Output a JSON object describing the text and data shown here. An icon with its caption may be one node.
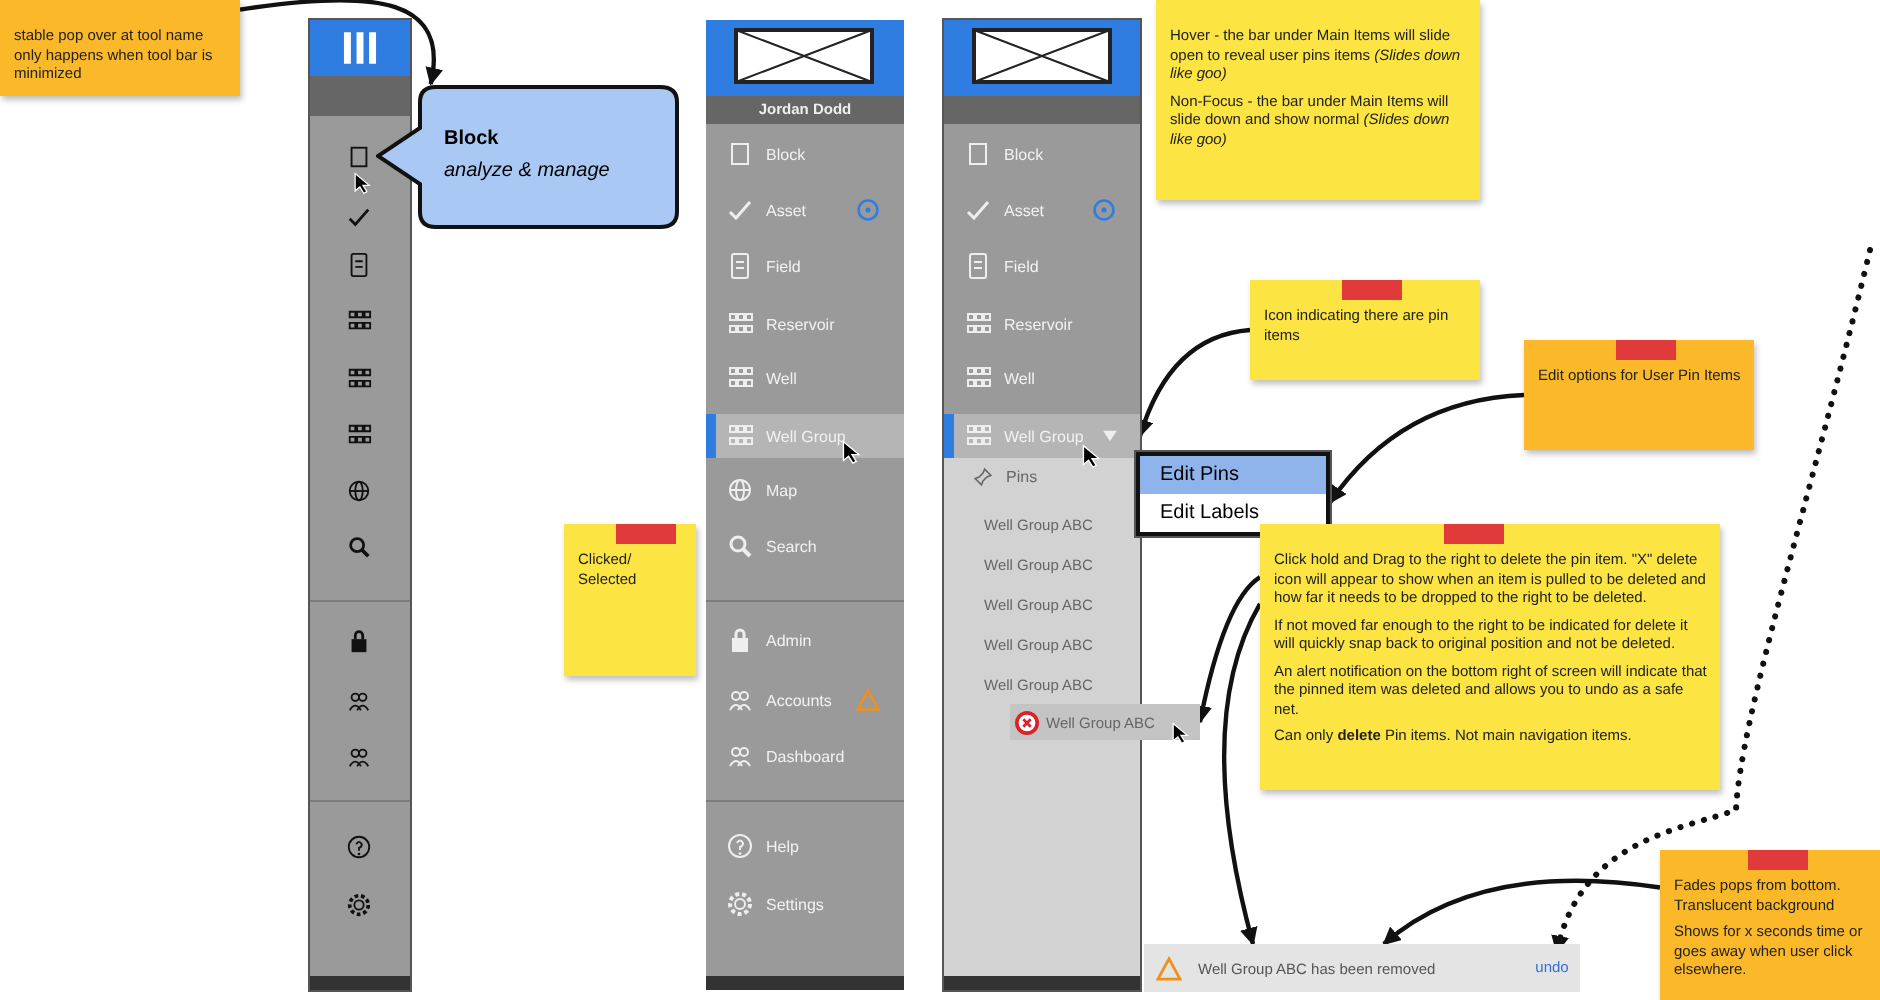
{
  "diagram": {
    "nodes": [
      {
        "text": [
          "stable pop over at tool name only happens when tool bar is minimized"
        ]
      },
      {
        "text": [],
        "shape": "box"
      },
      {
        "text": [
          "Block",
          "analyze & manage"
        ]
      },
      {
        "text": [
          "Jordan Dodd"
        ]
      },
      {
        "text": [
          "Block"
        ],
        "in": 3
      },
      {
        "text": [
          "Asset"
        ],
        "in": 3
      },
      {
        "text": [
          "Field"
        ],
        "in": 3
      },
      {
        "text": [
          "Reservoir"
        ],
        "in": 3
      },
      {
        "text": [
          "Well"
        ],
        "in": 3
      },
      {
        "text": [
          "Well Group"
        ],
        "in": 3
      },
      {
        "text": [
          "Map"
        ],
        "in": 3
      },
      {
        "text": [
          "Search"
        ],
        "in": 3
      },
      {
        "text": [
          "Admin"
        ],
        "in": 3
      },
      {
        "text": [
          "Accounts"
        ],
        "in": 3
      },
      {
        "text": [
          "Dashboard"
        ],
        "in": 3
      },
      {
        "text": [
          "Help"
        ],
        "in": 3
      },
      {
        "text": [
          "Settings"
        ],
        "in": 3
      },
      {
        "text": [
          "Clicked/ Selected"
        ]
      },
      {
        "text": [],
        "shape": "box"
      },
      {
        "text": [
          "Block"
        ],
        "in": 18
      },
      {
        "text": [
          "Asset"
        ],
        "in": 18
      },
      {
        "text": [
          "Field"
        ],
        "in": 18
      },
      {
        "text": [
          "Reservoir"
        ],
        "in": 18
      },
      {
        "text": [
          "Well"
        ],
        "in": 18
      },
      {
        "text": [
          "Well Group"
        ],
        "in": 18
      },
      {
        "text": [
          "Pins"
        ],
        "in": 18
      },
      {
        "text": [
          "Well Group ABC"
        ],
        "in": 18
      },
      {
        "text": [
          "Well Group ABC"
        ],
        "in": 18
      },
      {
        "text": [
          "Well Group ABC"
        ],
        "in": 18
      },
      {
        "text": [
          "Well Group ABC"
        ],
        "in": 18
      },
      {
        "text": [
          "Well Group ABC"
        ],
        "in": 18
      },
      {
        "text": [
          "Well Group ABC"
        ]
      },
      {
        "text": [
          "Hover - the bar under Main Items will slide open to reveal user pins items *(Slides down like goo)*",
          "Non-Focus - the bar under Main Items will slide down and show normal *(Slides down like goo)*"
        ]
      },
      {
        "text": [
          "Icon indicating there are pin items"
        ]
      },
      {
        "text": [],
        "shape": "box"
      },
      {
        "text": [
          "Edit Pins"
        ],
        "in": 34
      },
      {
        "text": [
          "Edit Labels"
        ],
        "in": 34
      },
      {
        "text": [
          "Edit options for User Pin Items"
        ]
      },
      {
        "text": [
          "Click hold and Drag to the right to delete the pin item. \"X\" delete icon will appear to show when an item is pulled to be deleted and how far it needs to be dropped to the right to be deleted.",
          "If not moved far enough to the right to be indicated for delete it will quickly snap back to original position and not be deleted.",
          "An alert notification on the bottom right of screen will indicate that the pinned item was deleted and allows you to undo as a safe net.",
          "Can only **delete** Pin items. Not main navigation items."
        ]
      },
      {
        "text": [
          "Well Group ABC has been removed"
        ]
      },
      {
        "text": [
          "undo"
        ],
        "in": 39
      },
      {
        "text": [
          "Fades pops from bottom. Translucent background",
          "Shows for x seconds time or goes away when user click elsewhere."
        ]
      }
    ],
    "edges": [
      {
        "from": 0,
        "to": 2,
        "arrow": "to"
      },
      {
        "from": 33,
        "to": 24,
        "arrow": "to"
      },
      {
        "from": 37,
        "to": 34,
        "arrow": "to"
      },
      {
        "from": 38,
        "to": 31,
        "arrow": "to"
      },
      {
        "from": 38,
        "to": 39,
        "arrow": "to"
      },
      {
        "from": 41,
        "to": 39,
        "arrow": "to"
      },
      {
        "from": null,
        "to": 40,
        "arrow": "to",
        "style": "dashed"
      }
    ]
  }
}
